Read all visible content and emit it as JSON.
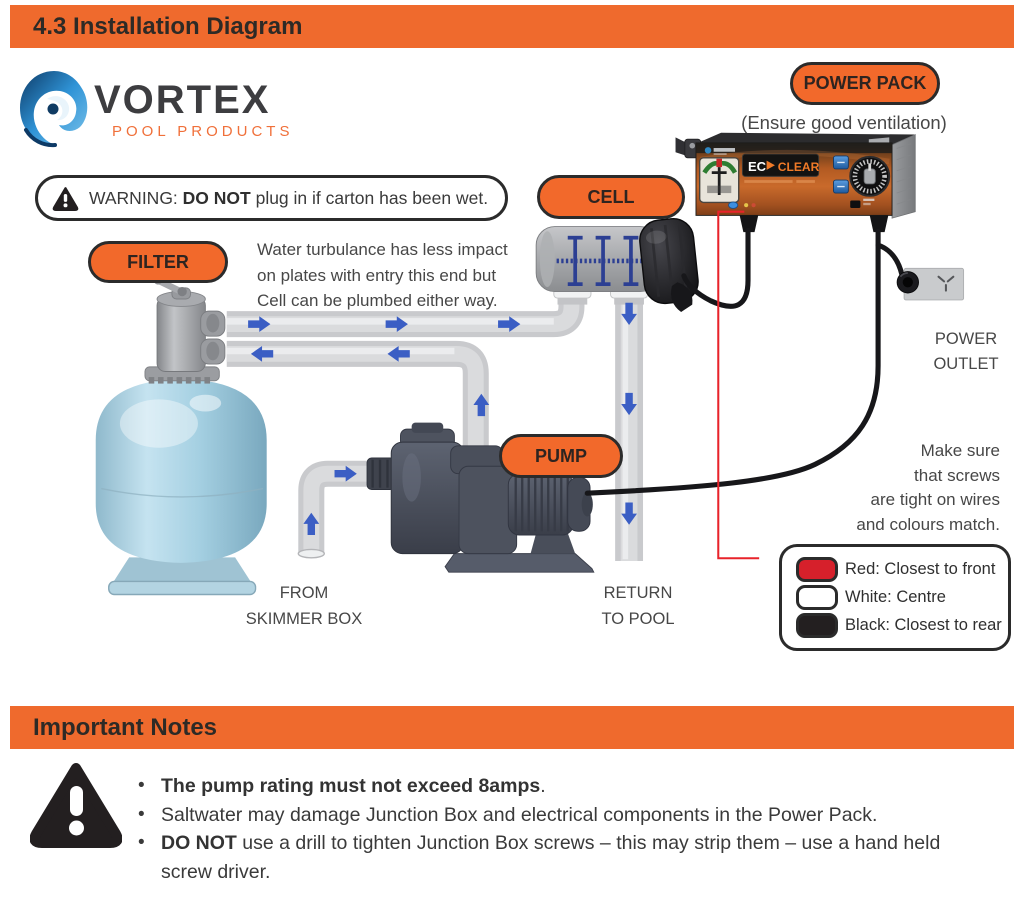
{
  "colors": {
    "accent_orange": "#EF6A2D",
    "arrow_blue": "#3B5EC4",
    "wire_red": "#E8232A",
    "tank_blue": "#A9D0E2",
    "legend_red": "#D6202B",
    "legend_white": "#FFFFFF",
    "legend_black": "#231F20"
  },
  "header": {
    "title": "4.3 Installation Diagram"
  },
  "logo": {
    "brand": "VORTEX",
    "tagline": "POOL PRODUCTS"
  },
  "warning_box": {
    "prefix": "WARNING: ",
    "bold": "DO NOT",
    "suffix": " plug in if carton has been wet."
  },
  "badges": {
    "filter": "FILTER",
    "cell": "CELL",
    "pump": "PUMP",
    "power_pack": "POWER PACK"
  },
  "device": {
    "brand_prefix": "EC",
    "brand_suffix": "CLEAR"
  },
  "diagram_notes": {
    "ventilation": "(Ensure good ventilation)",
    "turbulence_line1": "Water turbulance has less impact",
    "turbulence_line2": "on plates with entry this end but",
    "turbulence_line3": "Cell can be plumbed either way.",
    "screws_line1": "Make sure",
    "screws_line2": "that screws",
    "screws_line3": "are tight on wires",
    "screws_line4": "and colours match.",
    "power_outlet_line1": "POWER",
    "power_outlet_line2": "OUTLET",
    "from_skimmer_line1": "FROM",
    "from_skimmer_line2": "SKIMMER BOX",
    "return_line1": "RETURN",
    "return_line2": "TO POOL"
  },
  "legend": {
    "red_label": "Red: Closest to front",
    "white_label": "White: Centre",
    "black_label": "Black: Closest to rear"
  },
  "notes": {
    "title": "Important Notes",
    "bullet1_bold": "The pump rating must not exceed 8amps",
    "bullet1_rest": ".",
    "bullet2": "Saltwater may damage Junction Box and electrical components in the Power Pack.",
    "bullet3_bold": "DO NOT",
    "bullet3_rest": " use a drill to tighten Junction Box screws – this may strip them – use a hand held screw driver."
  }
}
